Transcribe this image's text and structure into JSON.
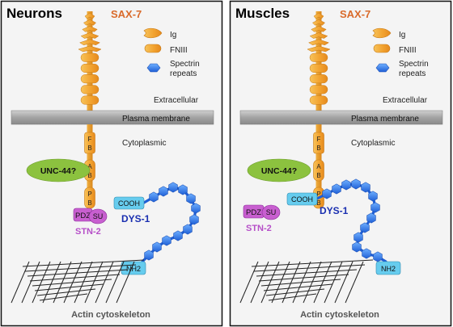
{
  "panels": [
    {
      "title": "Neurons",
      "protein": "SAX-7",
      "legend": {
        "ig": "Ig",
        "fniii": "FNIII",
        "spectrin_line1": "Spectrin",
        "spectrin_line2": "repeats"
      },
      "extracellular": "Extracellular",
      "membrane": "Plasma membrane",
      "cytoplasmic": "Cytoplasmic",
      "domains": [
        "F",
        "B",
        "A",
        "B",
        "P",
        "B"
      ],
      "unc44": "UNC-44?",
      "pdz": "PDZ",
      "su": "SU",
      "stn2": "STN-2",
      "cooh": "COOH",
      "dys1": "DYS-1",
      "nh2": "NH2",
      "actin": "Actin cytoskeleton"
    },
    {
      "title": "Muscles",
      "protein": "SAX-7",
      "legend": {
        "ig": "Ig",
        "fniii": "FNIII",
        "spectrin_line1": "Spectrin",
        "spectrin_line2": "repeats"
      },
      "extracellular": "Extracellular",
      "membrane": "Plasma membrane",
      "cytoplasmic": "Cytoplasmic",
      "domains": [
        "F",
        "B",
        "A",
        "B",
        "P",
        "B"
      ],
      "unc44": "UNC-44?",
      "pdz": "PDZ",
      "su": "SU",
      "stn2": "STN-2",
      "cooh": "COOH",
      "dys1": "DYS-1",
      "nh2": "NH2",
      "actin": "Actin cytoskeleton"
    }
  ],
  "colors": {
    "panel_bg": "#f4f4f4",
    "ig_fill": "#f2a330",
    "membrane": "#a6a6a6",
    "sax7_label": "#d96a2a",
    "unc44": "#8cc23f",
    "pdz": "#c85fd0",
    "stn2_label": "#b64fc8",
    "cooh_box": "#66ccee",
    "spectrin": "#2a6ee8",
    "dys1_label": "#1a2fb0"
  },
  "icons": [
    "ig-icon",
    "fniii-icon",
    "spectrin-hexagon-icon"
  ]
}
